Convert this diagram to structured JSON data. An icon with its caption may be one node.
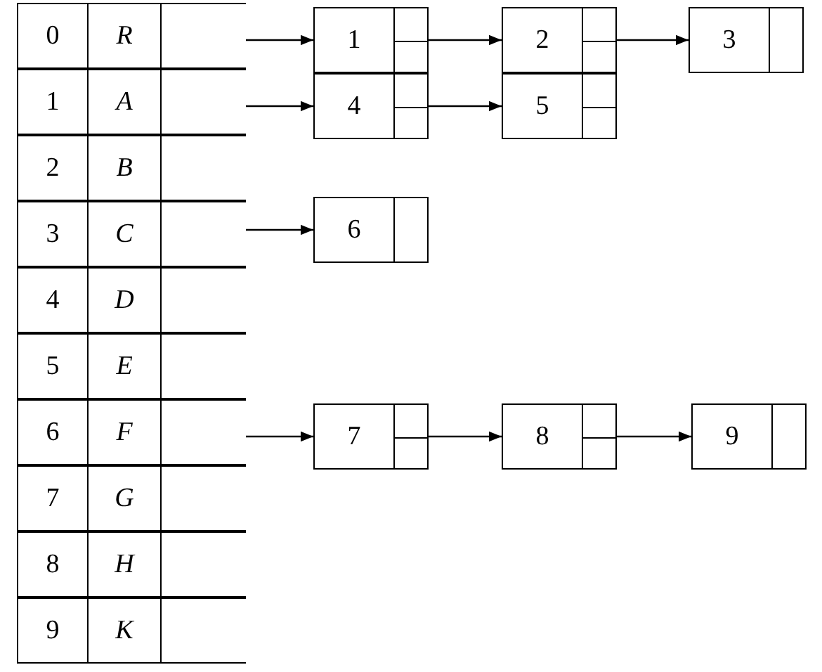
{
  "diagram": {
    "nodes": [
      {
        "text": [
          "0",
          "R"
        ]
      },
      {
        "text": [
          "1",
          "A"
        ]
      },
      {
        "text": [
          "2",
          "B"
        ]
      },
      {
        "text": [
          "3",
          "C"
        ]
      },
      {
        "text": [
          "4",
          "D"
        ]
      },
      {
        "text": [
          "5",
          "E"
        ]
      },
      {
        "text": [
          "6",
          "F"
        ]
      },
      {
        "text": [
          "7",
          "G"
        ]
      },
      {
        "text": [
          "8",
          "H"
        ]
      },
      {
        "text": [
          "9",
          "K"
        ]
      },
      {
        "text": [
          "1"
        ]
      },
      {
        "text": [
          "2"
        ]
      },
      {
        "text": [
          "3"
        ]
      },
      {
        "text": [
          "4"
        ]
      },
      {
        "text": [
          "5"
        ]
      },
      {
        "text": [
          "6"
        ]
      },
      {
        "text": [
          "7"
        ]
      },
      {
        "text": [
          "8"
        ]
      },
      {
        "text": [
          "9"
        ]
      }
    ],
    "edges": [
      {
        "from": 0,
        "to": 10,
        "arrow": "to"
      },
      {
        "from": 10,
        "to": 11,
        "arrow": "to"
      },
      {
        "from": 11,
        "to": 12,
        "arrow": "to"
      },
      {
        "from": 1,
        "to": 13,
        "arrow": "to"
      },
      {
        "from": 13,
        "to": 14,
        "arrow": "to"
      },
      {
        "from": 3,
        "to": 15,
        "arrow": "to"
      },
      {
        "from": 6,
        "to": 16,
        "arrow": "to"
      },
      {
        "from": 16,
        "to": 17,
        "arrow": "to"
      },
      {
        "from": 17,
        "to": 18,
        "arrow": "to"
      }
    ]
  }
}
